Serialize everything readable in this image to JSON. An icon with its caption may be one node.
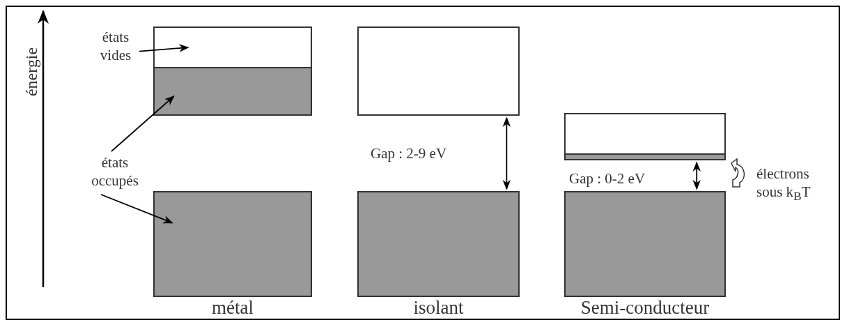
{
  "diagram": {
    "nodes": [
      {
        "text": [
          "états vides"
        ]
      },
      {
        "text": [],
        "shape": "box"
      },
      {
        "text": [],
        "shape": "box"
      },
      {
        "text": [
          "états occupés"
        ]
      },
      {
        "text": [],
        "shape": "box",
        "beside": [
          "métal"
        ]
      },
      {
        "text": [],
        "shape": "box"
      },
      {
        "text": [],
        "shape": "box",
        "beside": [
          "isolant"
        ]
      },
      {
        "text": [],
        "shape": "box"
      },
      {
        "text": [],
        "shape": "box",
        "beside": [
          "Semi-conducteur"
        ]
      }
    ],
    "edges": [
      {
        "from": 0,
        "to": 1,
        "arrow": "to"
      },
      {
        "from": 3,
        "to": 2,
        "arrow": "to"
      },
      {
        "from": 3,
        "to": 4,
        "arrow": "to"
      },
      {
        "from": 5,
        "to": 6,
        "arrow": "both",
        "label": "Gap : 2-9 eV"
      },
      {
        "from": 7,
        "to": 8,
        "arrow": "both",
        "label": "Gap : 0-2 eV"
      }
    ],
    "labels": [
      "énergie",
      "électrons sous k$_{B}$T"
    ]
  }
}
